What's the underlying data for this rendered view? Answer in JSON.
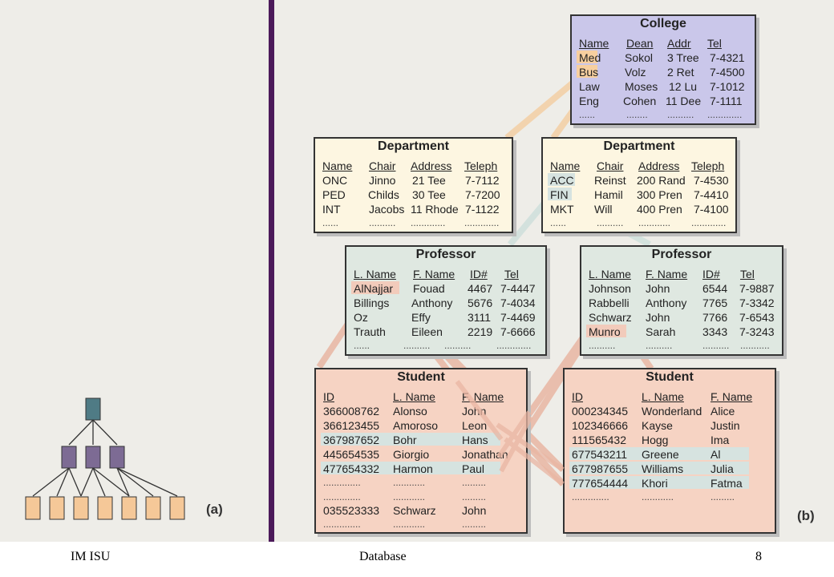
{
  "footer": {
    "left": "IM ISU",
    "center": "Database",
    "right": "8"
  },
  "labels": {
    "a": "(a)",
    "b": "(b)"
  },
  "colors": {
    "college": "#cac7ea",
    "department": "#fdf6e1",
    "professor": "#dfe8e1",
    "student": "#f6d3c3",
    "tree_root": "#4f7b85",
    "tree_mid": "#7d6b94",
    "tree_leaf": "#f5c898",
    "divider": "#4b1a5a"
  },
  "college": {
    "title": "College",
    "headers": [
      "Name",
      "Dean",
      "Addr",
      "Tel"
    ],
    "rows": [
      [
        "Med",
        "Sokol",
        "3 Tree",
        "7-4321"
      ],
      [
        "Bus",
        "Volz",
        "2 Ret",
        "7-4500"
      ],
      [
        "Law",
        "Moses",
        "12 Lu",
        "7-1012"
      ],
      [
        "Eng",
        "Cohen",
        "11 Dee",
        "7-1111"
      ]
    ],
    "dots": [
      "......",
      "........",
      "..........",
      "............."
    ]
  },
  "dept_left": {
    "title": "Department",
    "headers": [
      "Name",
      "Chair",
      "Address",
      "Teleph"
    ],
    "rows": [
      [
        "ONC",
        "Jinno",
        "21 Tee",
        "7-7112"
      ],
      [
        "PED",
        "Childs",
        "30 Tee",
        "7-7200"
      ],
      [
        "INT",
        "Jacobs",
        "11 Rhode",
        "7-1122"
      ]
    ],
    "dots": [
      "......",
      "..........",
      ".............",
      "............."
    ]
  },
  "dept_right": {
    "title": "Department",
    "headers": [
      "Name",
      "Chair",
      "Address",
      "Teleph"
    ],
    "rows": [
      [
        "ACC",
        "Reinst",
        "200 Rand",
        "7-4530"
      ],
      [
        "FIN",
        "Hamil",
        "300 Pren",
        "7-4410"
      ],
      [
        "MKT",
        "Will",
        "400 Pren",
        "7-4100"
      ]
    ],
    "dots": [
      "......",
      "..........",
      "............",
      "............."
    ]
  },
  "prof_left": {
    "title": "Professor",
    "headers": [
      "L. Name",
      "F. Name",
      "ID#",
      "Tel"
    ],
    "rows": [
      [
        "AlNajjar",
        "Fouad",
        "4467",
        "7-4447"
      ],
      [
        "Billings",
        "Anthony",
        "5676",
        "7-4034"
      ],
      [
        "Oz",
        "Effy",
        "3111",
        "7-4469"
      ],
      [
        "Trauth",
        "Eileen",
        "2219",
        "7-6666"
      ]
    ],
    "dots": [
      "......",
      "..........",
      "..........",
      "............."
    ]
  },
  "prof_right": {
    "title": "Professor",
    "headers": [
      "L. Name",
      "F. Name",
      "ID#",
      "Tel"
    ],
    "rows": [
      [
        "Johnson",
        "John",
        "6544",
        "7-9887"
      ],
      [
        "Rabbelli",
        "Anthony",
        "7765",
        "7-3342"
      ],
      [
        "Schwarz",
        "John",
        "7766",
        "7-6543"
      ],
      [
        "Munro",
        "Sarah",
        "3343",
        "7-3243"
      ]
    ],
    "dots": [
      "..........",
      "..........",
      "..........",
      "..........."
    ]
  },
  "stud_left": {
    "title": "Student",
    "headers": [
      "ID",
      "L. Name",
      "F. Name"
    ],
    "rows": [
      [
        "366008762",
        "Alonso",
        "John"
      ],
      [
        "366123455",
        "Amoroso",
        "Leon"
      ],
      [
        "367987652",
        "Bohr",
        "Hans"
      ],
      [
        "445654535",
        "Giorgio",
        "Jonathan"
      ],
      [
        "477654332",
        "Harmon",
        "Paul"
      ]
    ],
    "dots": [
      "..............",
      "............",
      "........."
    ],
    "last_row": [
      "035523333",
      "Schwarz",
      "John"
    ],
    "dots_end": [
      "..............",
      "............",
      "........."
    ]
  },
  "stud_right": {
    "title": "Student",
    "headers": [
      "ID",
      "L. Name",
      "F. Name"
    ],
    "rows": [
      [
        "000234345",
        "Wonderland",
        "Alice"
      ],
      [
        "102346666",
        "Kayse",
        "Justin"
      ],
      [
        "111565432",
        "Hogg",
        "Ima"
      ],
      [
        "677543211",
        "Greene",
        "Al"
      ],
      [
        "677987655",
        "Williams",
        "Julia"
      ],
      [
        "777654444",
        "Khori",
        "Fatma"
      ]
    ],
    "dots": [
      "..............",
      "............",
      "........."
    ]
  }
}
